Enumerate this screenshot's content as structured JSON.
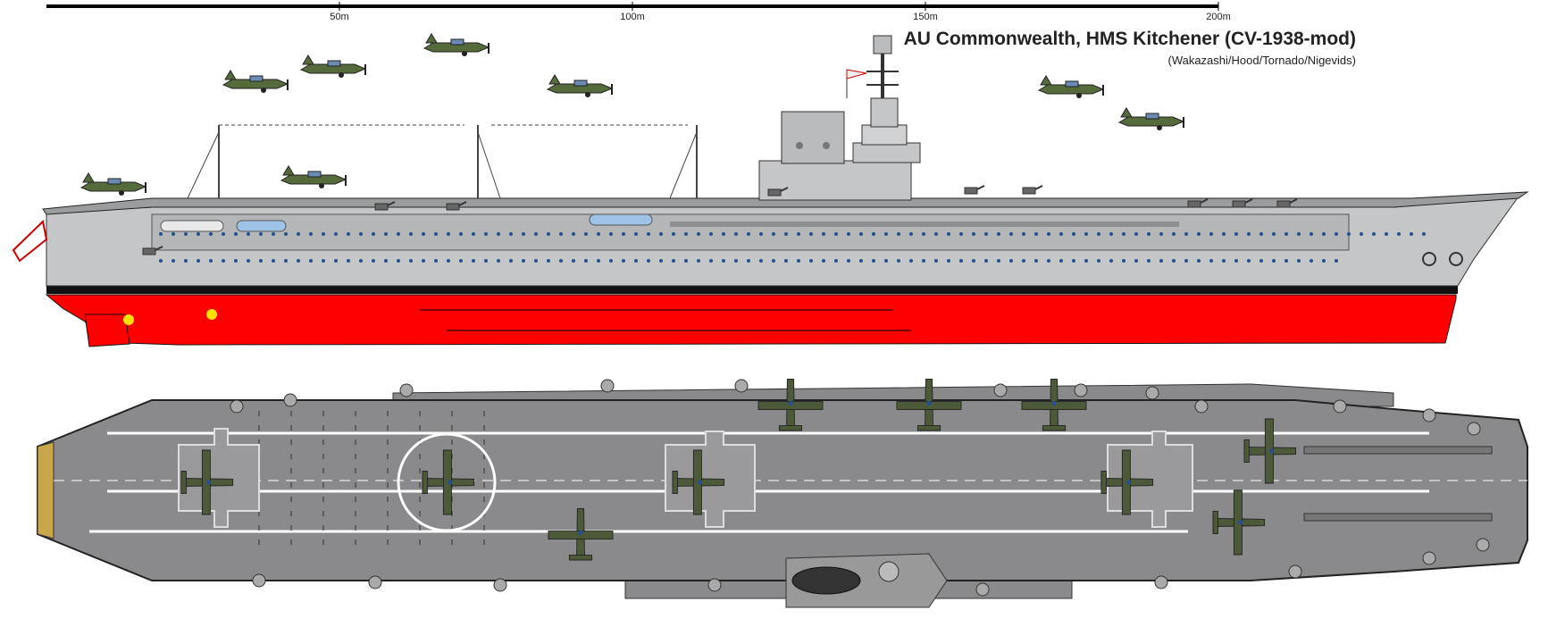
{
  "title": "AU Commonwealth, HMS Kitchener (CV-1938-mod)",
  "credits": "(Wakazashi/Hood/Tornado/Nigevids)",
  "scale": {
    "ticks": [
      {
        "label": "50m",
        "value": 50
      },
      {
        "label": "100m",
        "value": 100
      },
      {
        "label": "150m",
        "value": 150
      },
      {
        "label": "200m",
        "value": 200
      }
    ]
  },
  "colors": {
    "hull_side": "#c4c6c8",
    "lower_hull": "#ff0000",
    "boot_top": "#111111",
    "flight_deck": "#8a8a8c",
    "deck_lines": "#ffffff",
    "scale_bar": "#000000"
  },
  "views": [
    "side-profile",
    "top-plan"
  ]
}
